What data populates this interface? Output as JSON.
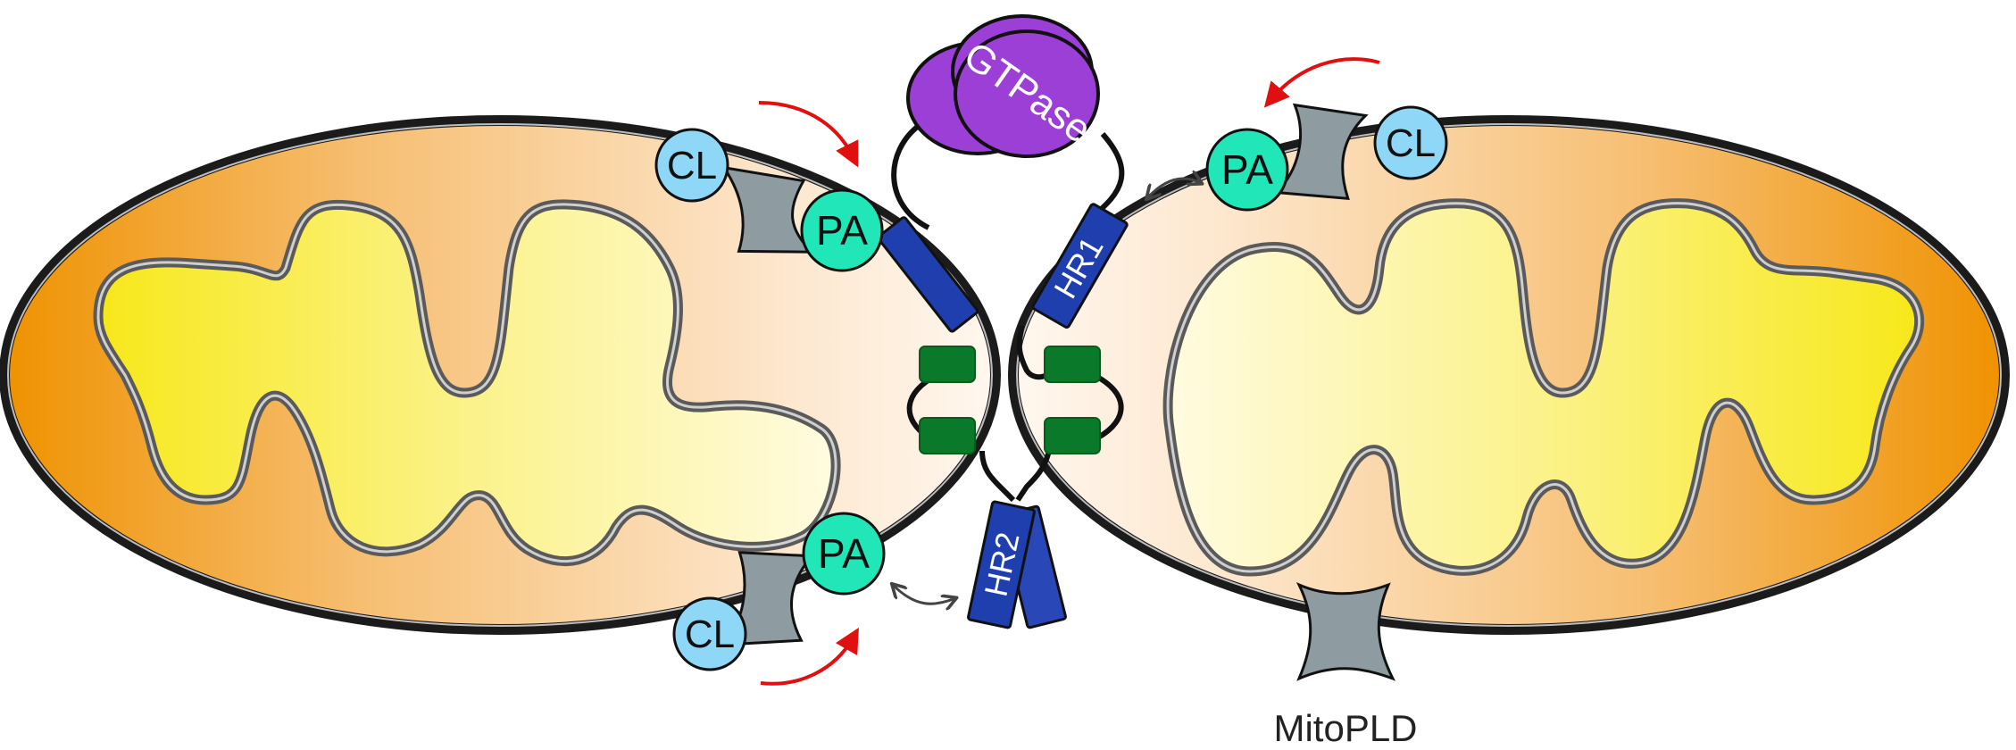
{
  "labels": {
    "gtpase": "GTPase",
    "hr1": "HR1",
    "hr2": "HR2",
    "pa": "PA",
    "cl": "CL",
    "mitopld": "MitoPLD"
  },
  "colors": {
    "mito_outer": "#f29a10",
    "mito_mid": "#f8c98a",
    "mito_light": "#fde9d2",
    "matrix_yellow": "#fbee2a",
    "matrix_light": "#fdf9cc",
    "crista_stroke": "#6f6f6f",
    "membrane": "#222222",
    "pa_fill": "#20e6b8",
    "cl_fill": "#8fd7f7",
    "enzyme_gray": "#8e9ba0",
    "gtpase_purple": "#9b3fd6",
    "helix_blue": "#1f3fae",
    "tm_green": "#0a7a2a",
    "arrow_red": "#e01010"
  }
}
